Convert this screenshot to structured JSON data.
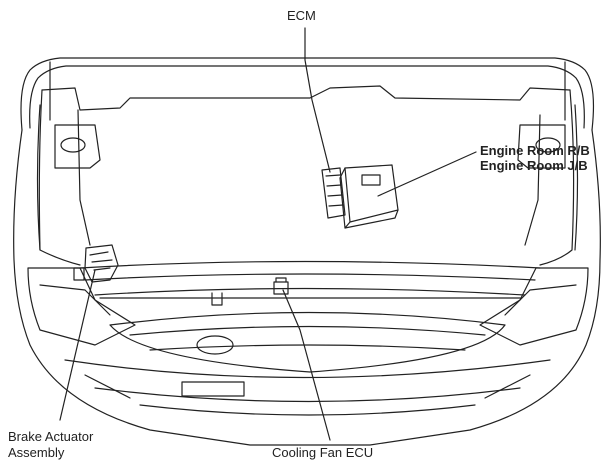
{
  "labels": {
    "ecm": "ECM",
    "engine_room_rb": "Engine Room R/B",
    "engine_room_jb": "Engine Room J/B",
    "brake_actuator_line1": "Brake Actuator",
    "brake_actuator_line2": "Assembly",
    "cooling_fan_ecu": "Cooling Fan ECU"
  },
  "colors": {
    "line": "#222222",
    "background": "#ffffff"
  }
}
